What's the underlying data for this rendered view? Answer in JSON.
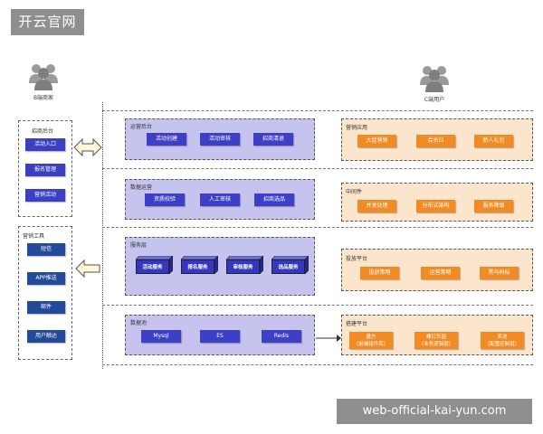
{
  "watermark_top": "开云官网",
  "watermark_bottom": "web-official-kai-yun.com",
  "users": {
    "b_label": "B端商家",
    "c_label": "C端用户"
  },
  "left": {
    "merchant_backend": {
      "title": "招商后台",
      "items": [
        "活动入口",
        "报名管理",
        "营销活动"
      ]
    },
    "marketing_tools": {
      "title": "营销工具",
      "items": [
        "短信",
        "APP推送",
        "邮件",
        "用户触达"
      ]
    }
  },
  "middle": {
    "ops_backend": {
      "title": "运营后台",
      "items": [
        "活动创建",
        "活动审核",
        "招商清退"
      ]
    },
    "data_ops": {
      "title": "数据运营",
      "items": [
        "资质校验",
        "人工审核",
        "招商选品"
      ]
    },
    "service_layer": {
      "title": "服务层",
      "items": [
        "活动服务",
        "报名服务",
        "审核服务",
        "选品服务"
      ]
    },
    "data_pool": {
      "title": "数据池",
      "items": [
        "Mysql",
        "ES",
        "Redis"
      ]
    }
  },
  "right": {
    "marketing_apps": {
      "title": "营销应用",
      "items": [
        "大促营销",
        "会员日",
        "新人礼包"
      ]
    },
    "middleware": {
      "title": "中间件",
      "items": [
        "并发处理",
        "分布式架构",
        "服务降级"
      ]
    },
    "delivery_platform": {
      "title": "投放平台",
      "items": [
        "投放策略",
        "运营策略",
        "黑马码标"
      ]
    },
    "build_platform": {
      "title": "搭建平台",
      "items": [
        {
          "line1": "魔方",
          "line2": "（前端组件库）"
        },
        {
          "line1": "螺钉乐园",
          "line2": "（业务逻辑层）"
        },
        {
          "line1": "奖池",
          "line2": "（配置控制层）"
        }
      ]
    }
  },
  "colors": {
    "purple_panel": "#c6c4ef",
    "purple_button": "#3d3fc6",
    "orange_panel": "#fbe6cd",
    "orange_button": "#f28b24",
    "navy_button": "#23499a",
    "watermark_bg": "#8f8f8f"
  }
}
